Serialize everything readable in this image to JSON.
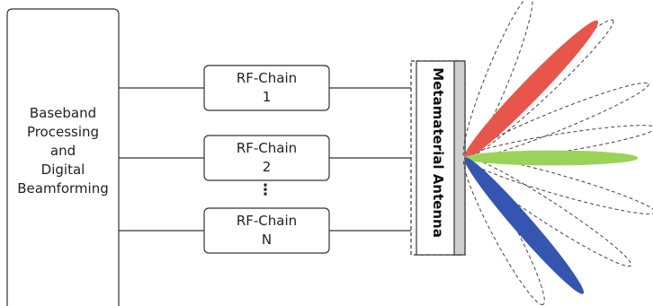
{
  "baseband": {
    "lines": [
      "Baseband",
      "Processing",
      "and",
      "Digital",
      "Beamforming"
    ]
  },
  "rf_chains": [
    {
      "title": "RF-Chain",
      "index": "1"
    },
    {
      "title": "RF-Chain",
      "index": "2"
    },
    {
      "title": "RF-Chain",
      "index": "N"
    }
  ],
  "ellipsis": "⋮",
  "antenna": {
    "label": "Metamaterial Antenna"
  },
  "beams": {
    "colors": {
      "red": "#e8564b",
      "green": "#9bd35a",
      "blue": "#3556b0",
      "dashed": "#444444"
    },
    "highlighted": [
      "red",
      "green",
      "blue"
    ],
    "dashed_count": 7
  }
}
